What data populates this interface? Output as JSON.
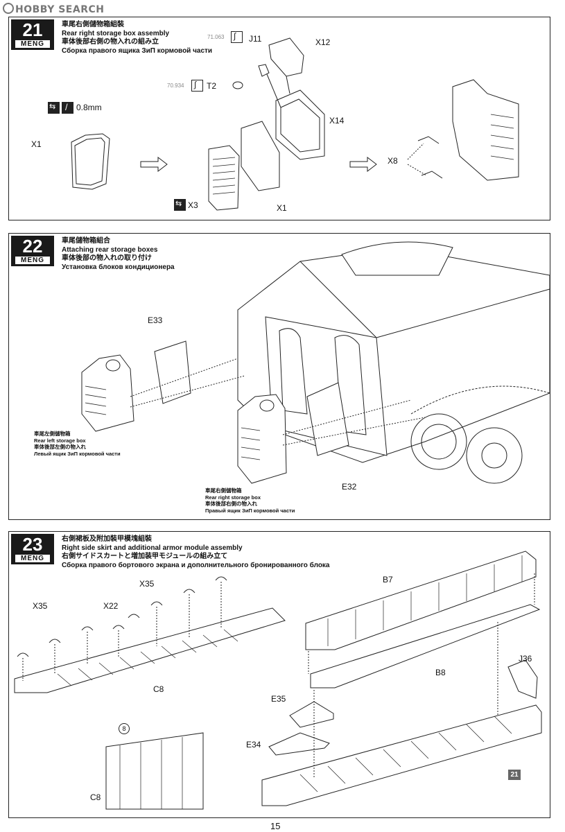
{
  "watermark": "HOBBY SEARCH",
  "page_number": "15",
  "steps": [
    {
      "number": "21",
      "brand": "MENG",
      "title_cn": "車尾右側儲物箱組裝",
      "title_en": "Rear right storage box assembly",
      "title_jp": "車体後部右側の物入れの組み立",
      "title_ru": "Сборка правого ящика ЗиП кормовой части",
      "labels": {
        "x1a": "X1",
        "x1b": "X1",
        "x3": "X3",
        "x8": "X8",
        "x12": "X12",
        "x14": "X14",
        "j11": "J11",
        "t2": "T2",
        "thickness": "0.8mm",
        "paint1": "71.063",
        "paint2": "70.934"
      }
    },
    {
      "number": "22",
      "brand": "MENG",
      "title_cn": "車尾儲物箱組合",
      "title_en": "Attaching rear storage boxes",
      "title_jp": "車体後部の物入れの取り付け",
      "title_ru": "Установка блоков кондиционера",
      "labels": {
        "e33": "E33",
        "e32": "E32"
      },
      "left_box": {
        "cn": "車尾左側儲物箱",
        "en": "Rear left storage box",
        "jp": "車体後部左側の物入れ",
        "ru": "Левый ящик ЗиП кормовой части"
      },
      "right_box": {
        "cn": "車尾右側儲物箱",
        "en": "Rear right storage box",
        "jp": "車体後部右側の物入れ",
        "ru": "Правый ящик ЗиП кормовой части"
      }
    },
    {
      "number": "23",
      "brand": "MENG",
      "title_cn": "右側裙板及附加裝甲模塊組裝",
      "title_en": "Right side skirt and additional armor module assembly",
      "title_jp": "右側サイドスカートと増加装甲モジュールの組み立て",
      "title_ru": "Сборка правого бортового экрана и дополнительного бронированного блока",
      "labels": {
        "x35a": "X35",
        "x35b": "X35",
        "x22": "X22",
        "c8a": "C8",
        "c8b": "C8",
        "b7": "B7",
        "b8": "B8",
        "j36": "J36",
        "e35": "E35",
        "e34": "E34",
        "circle": "8",
        "ref": "21"
      }
    }
  ]
}
